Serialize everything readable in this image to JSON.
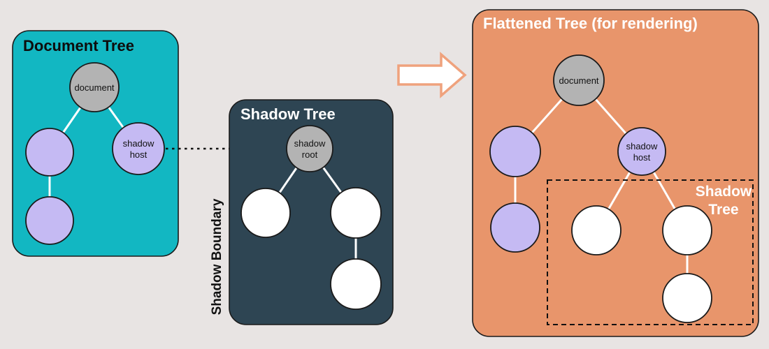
{
  "colors": {
    "background": "#e8e4e3",
    "document_tree_panel": "#12b7c2",
    "shadow_tree_panel": "#2e4553",
    "flattened_tree_panel": "#e8956b",
    "node_gray": "#b3b3b3",
    "node_lavender": "#c5baf3",
    "node_white": "#ffffff",
    "block_arrow_outline": "#efa27d",
    "block_arrow_fill": "#ffffff"
  },
  "panels": {
    "document_tree": {
      "title": "Document Tree",
      "nodes": {
        "document": "document",
        "shadow_host_line1": "shadow",
        "shadow_host_line2": "host"
      }
    },
    "shadow_tree": {
      "title": "Shadow Tree",
      "boundary_label": "Shadow Boundary",
      "nodes": {
        "shadow_root_line1": "shadow",
        "shadow_root_line2": "root"
      }
    },
    "flattened_tree": {
      "title": "Flattened Tree (for rendering)",
      "shadow_tree_label_line1": "Shadow",
      "shadow_tree_label_line2": "Tree",
      "nodes": {
        "document": "document",
        "shadow_host_line1": "shadow",
        "shadow_host_line2": "host"
      }
    }
  }
}
